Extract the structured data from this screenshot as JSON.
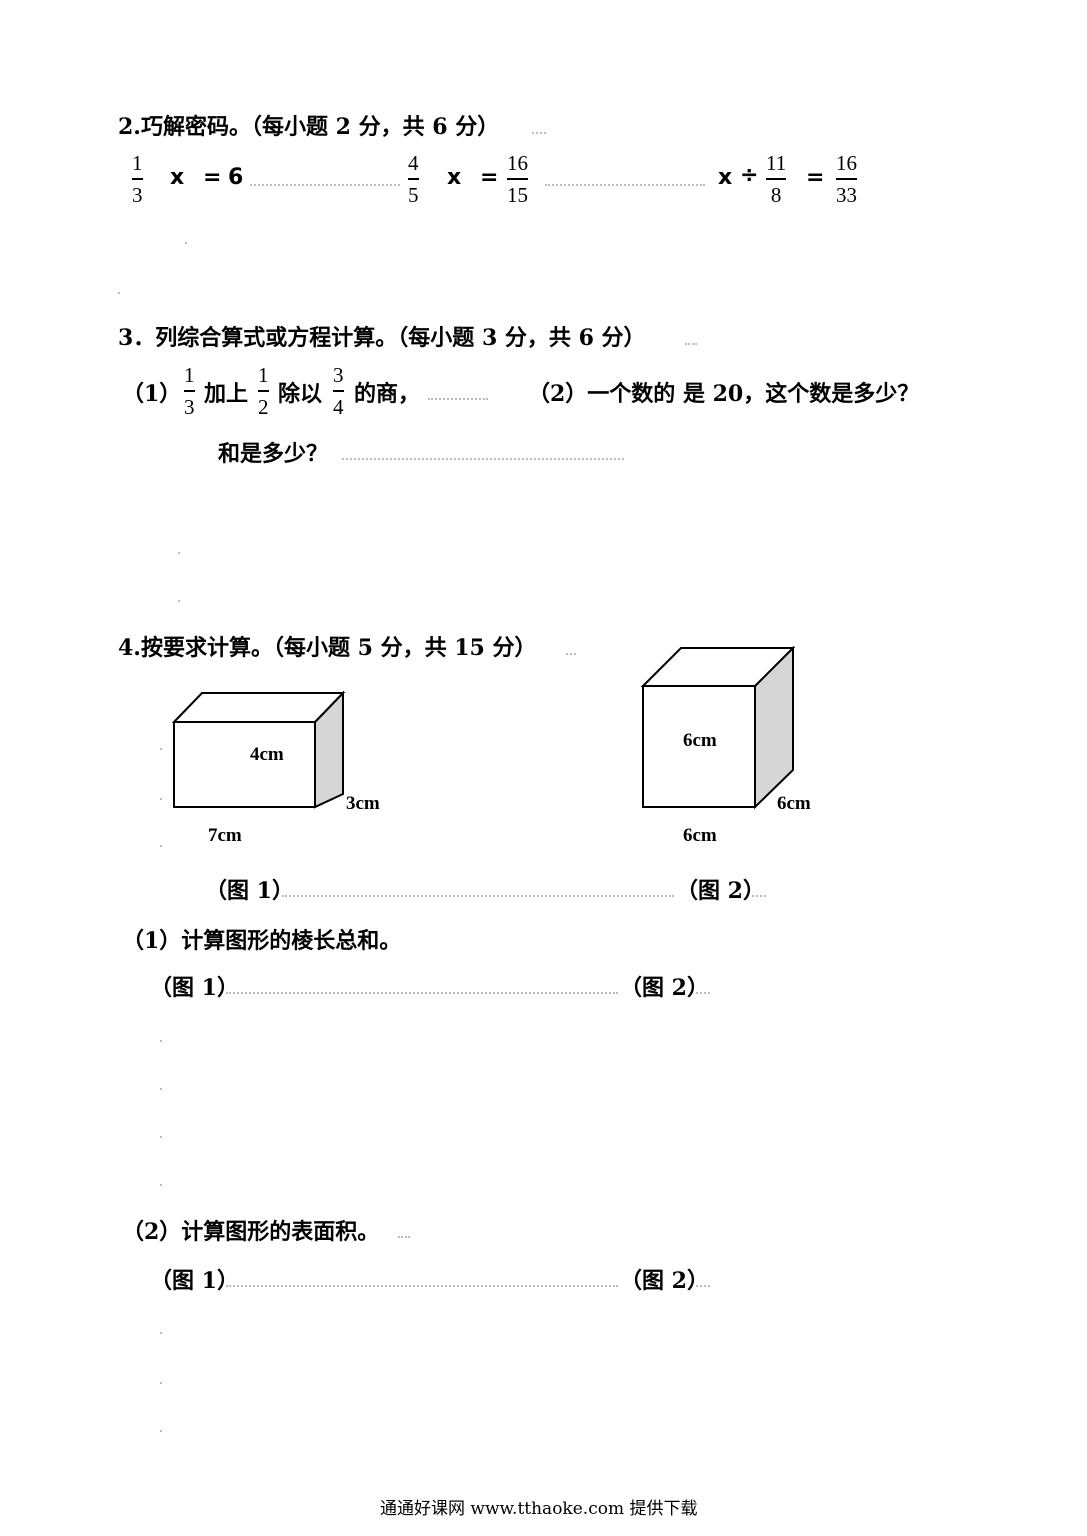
{
  "q2": {
    "heading": "2.巧解密码。（每小题 2 分，共 6 分）",
    "eq1": {
      "num": "1",
      "den": "3",
      "var": "x",
      "eq": "=",
      "rhs": "6"
    },
    "eq2": {
      "num": "4",
      "den": "5",
      "var": "x",
      "eq": "=",
      "rhs_num": "16",
      "rhs_den": "15"
    },
    "eq3": {
      "var": "x",
      "op": "÷",
      "num": "11",
      "den": "8",
      "eq": "=",
      "rhs_num": "16",
      "rhs_den": "33"
    }
  },
  "q3": {
    "heading": "3．列综合算式或方程计算。（每小题 3 分，共 6 分）",
    "p1_prefix": "（1）",
    "f1_num": "1",
    "f1_den": "3",
    "t_add": "加上",
    "f2_num": "1",
    "f2_den": "2",
    "t_div": "除以",
    "f3_num": "3",
    "f3_den": "4",
    "t_quot": "的商，",
    "p1_line2": "和是多少？",
    "p2": "（2）一个数的  是 20，这个数是多少？"
  },
  "q4": {
    "heading": "4.按要求计算。（每小题 5 分，共 15 分）",
    "fig1": {
      "h": "4cm",
      "d": "3cm",
      "w": "7cm",
      "caption": "（图 1）"
    },
    "fig2": {
      "h": "6cm",
      "d": "6cm",
      "w": "6cm",
      "caption": "（图 2）"
    },
    "sub1": "（1）计算图形的棱长总和。",
    "sub1_f1": "（图 1）",
    "sub1_f2": "（图 2）",
    "sub2": "（2）计算图形的表面积。",
    "sub2_f1": "（图 1）",
    "sub2_f2": "（图 2）"
  },
  "footer": "通通好课网   www.tthaoke.com  提供下载"
}
